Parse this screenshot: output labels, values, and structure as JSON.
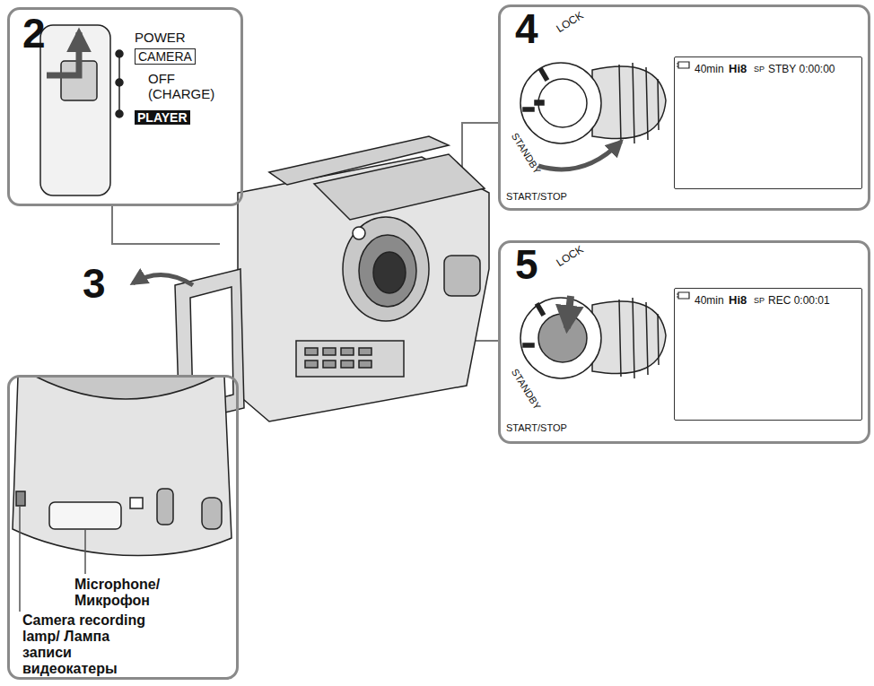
{
  "diagram": {
    "nodes": [
      {
        "text": [
          "2",
          "POWER",
          "CAMERA",
          "OFF (CHARGE)",
          "PLAYER"
        ]
      },
      {
        "text": [
          "4",
          "LOCK",
          "STANDBY",
          "START/STOP"
        ]
      },
      {
        "text": [
          "40min",
          "Hi8",
          "SP",
          "STBY 0:00:00"
        ],
        "in": 1
      },
      {
        "text": [
          "5",
          "LOCK",
          "STANDBY",
          "START/STOP"
        ]
      },
      {
        "text": [
          "40min",
          "Hi8",
          "SP",
          "REC 0:00:01"
        ],
        "in": 3
      },
      {
        "text": [
          "Microphone/ Микрофон",
          "Camera recording lamp/ Лампа записи видеокатеры"
        ]
      }
    ],
    "labels": [
      "3"
    ]
  }
}
